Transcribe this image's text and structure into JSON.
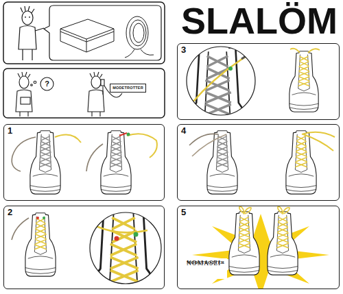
{
  "diagram": {
    "title": "SLALÖM",
    "nodes": [
      {
        "text": [
          "?"
        ]
      },
      {
        "text": [
          "MODETROTTER"
        ]
      },
      {
        "text": [
          "1"
        ]
      },
      {
        "text": [
          "2"
        ]
      },
      {
        "text": [
          "3"
        ]
      },
      {
        "text": [
          "4"
        ]
      },
      {
        "text": [
          "5"
        ]
      },
      {
        "text": [
          "NOMASEI",
          "x",
          "MODETROTTER"
        ],
        "in": 6
      }
    ]
  }
}
